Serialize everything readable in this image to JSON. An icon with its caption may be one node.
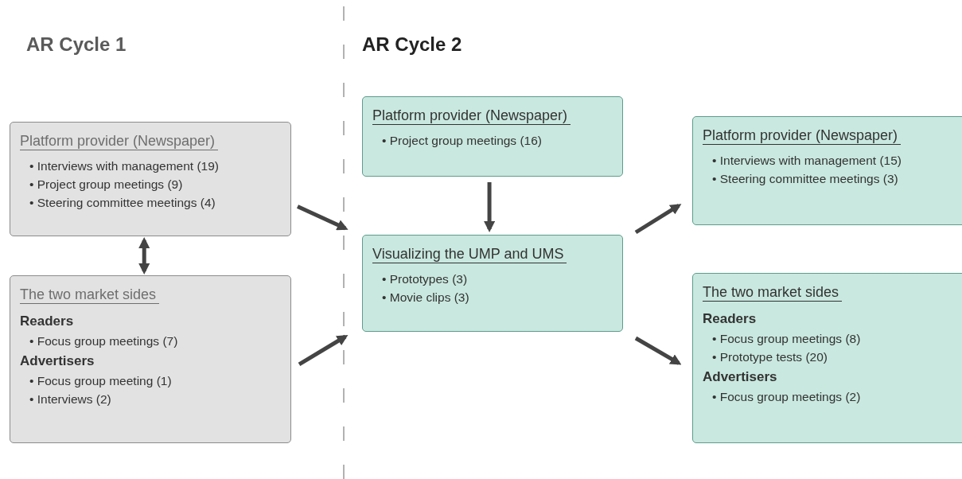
{
  "diagram": {
    "nodes": [
      {
        "text": [
          "Platform provider (Newspaper)",
          "• Interviews with management (19)",
          "• Project group meetings (9)",
          "• Steering committee meetings (4)"
        ]
      },
      {
        "text": [
          "The two market sides",
          "Readers",
          "• Focus group meetings (7)",
          "Advertisers",
          "• Focus group meeting (1)",
          "• Interviews (2)"
        ]
      },
      {
        "text": [
          "Platform provider (Newspaper)",
          "• Project group meetings (16)"
        ]
      },
      {
        "text": [
          "Visualizing the UMP and UMS",
          "• Prototypes (3)",
          "• Movie clips (3)"
        ]
      },
      {
        "text": [
          "Platform provider (Newspaper)",
          "• Interviews with management (15)",
          "• Steering committee meetings (3)"
        ]
      },
      {
        "text": [
          "The two market sides",
          "Readers",
          "• Focus group meetings (8)",
          "• Prototype tests (20)",
          "Advertisers",
          "• Focus group meetings (2)"
        ]
      }
    ],
    "edges": [
      {
        "from": 0,
        "to": 1,
        "arrow": "both"
      },
      {
        "from": 0,
        "to": 3,
        "arrow": "to"
      },
      {
        "from": 1,
        "to": 3,
        "arrow": "to"
      },
      {
        "from": 2,
        "to": 3,
        "arrow": "to"
      },
      {
        "from": 3,
        "to": 4,
        "arrow": "to"
      },
      {
        "from": 3,
        "to": 5,
        "arrow": "to"
      }
    ],
    "labels": [
      "AR Cycle 1",
      "AR Cycle 2"
    ]
  }
}
